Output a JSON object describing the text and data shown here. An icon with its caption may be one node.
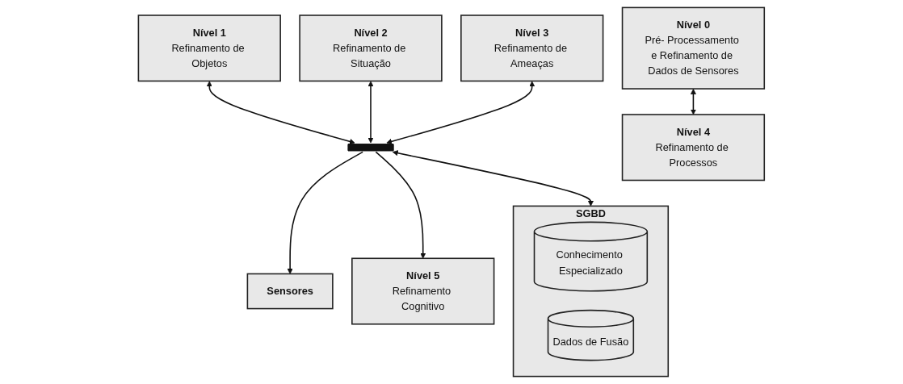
{
  "diagram": {
    "nodes": [
      {
        "text": [
          "Nível 0",
          "Pré- Processamento e Refinamento de Dados de Sensores"
        ]
      },
      {
        "text": [
          "Nível 1",
          "Refinamento de Objetos"
        ]
      },
      {
        "text": [
          "Nível 2",
          "Refinamento de Situação"
        ]
      },
      {
        "text": [
          "Nível 3",
          "Refinamento de Ameaças"
        ]
      },
      {
        "text": [
          "Sensores"
        ]
      },
      {
        "text": [],
        "shape": "bar"
      },
      {
        "text": [
          "Nível 5",
          "Refinamento Cognitivo"
        ]
      },
      {
        "text": [
          "Nível 4",
          "Refinamento de Processos"
        ]
      },
      {
        "text": [
          "SGBD"
        ]
      },
      {
        "text": [
          "Conhecimento Especializado"
        ],
        "in": 8
      },
      {
        "text": [
          "Dados de Fusão"
        ],
        "in": 8
      }
    ],
    "edges": [
      {
        "from": 5,
        "to": 4,
        "arrow": "to"
      },
      {
        "from": 5,
        "to": 6,
        "arrow": "to"
      },
      {
        "from": 0,
        "to": 7,
        "arrow": "both"
      },
      {
        "from": 1,
        "to": 5,
        "arrow": "both"
      },
      {
        "from": 2,
        "to": 5,
        "arrow": "both"
      },
      {
        "from": 3,
        "to": 5,
        "arrow": "both"
      },
      {
        "from": 5,
        "to": 8,
        "arrow": "both"
      }
    ]
  }
}
